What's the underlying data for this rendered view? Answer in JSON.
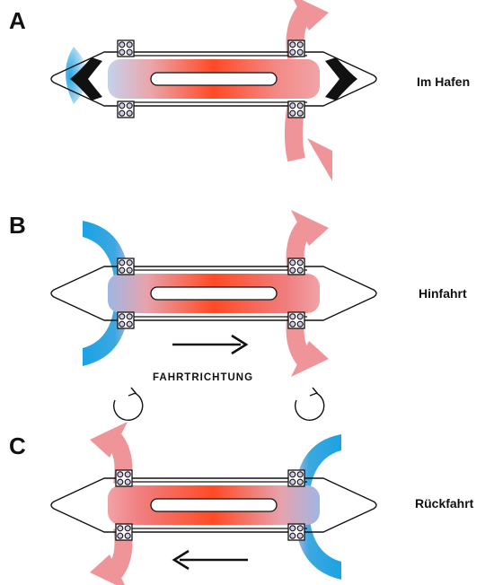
{
  "panels": [
    {
      "letter": "A",
      "caption": "Im Hafen"
    },
    {
      "letter": "B",
      "caption": "Hinfahrt"
    },
    {
      "letter": "C",
      "caption": "Rückfahrt"
    }
  ],
  "direction_label": "FAHRTRICHTUNG",
  "colors": {
    "hot": "#ff4f2a",
    "warm_pink": "#ef8f92",
    "cold_blue": "#1aa0e0",
    "outline": "#111111"
  }
}
